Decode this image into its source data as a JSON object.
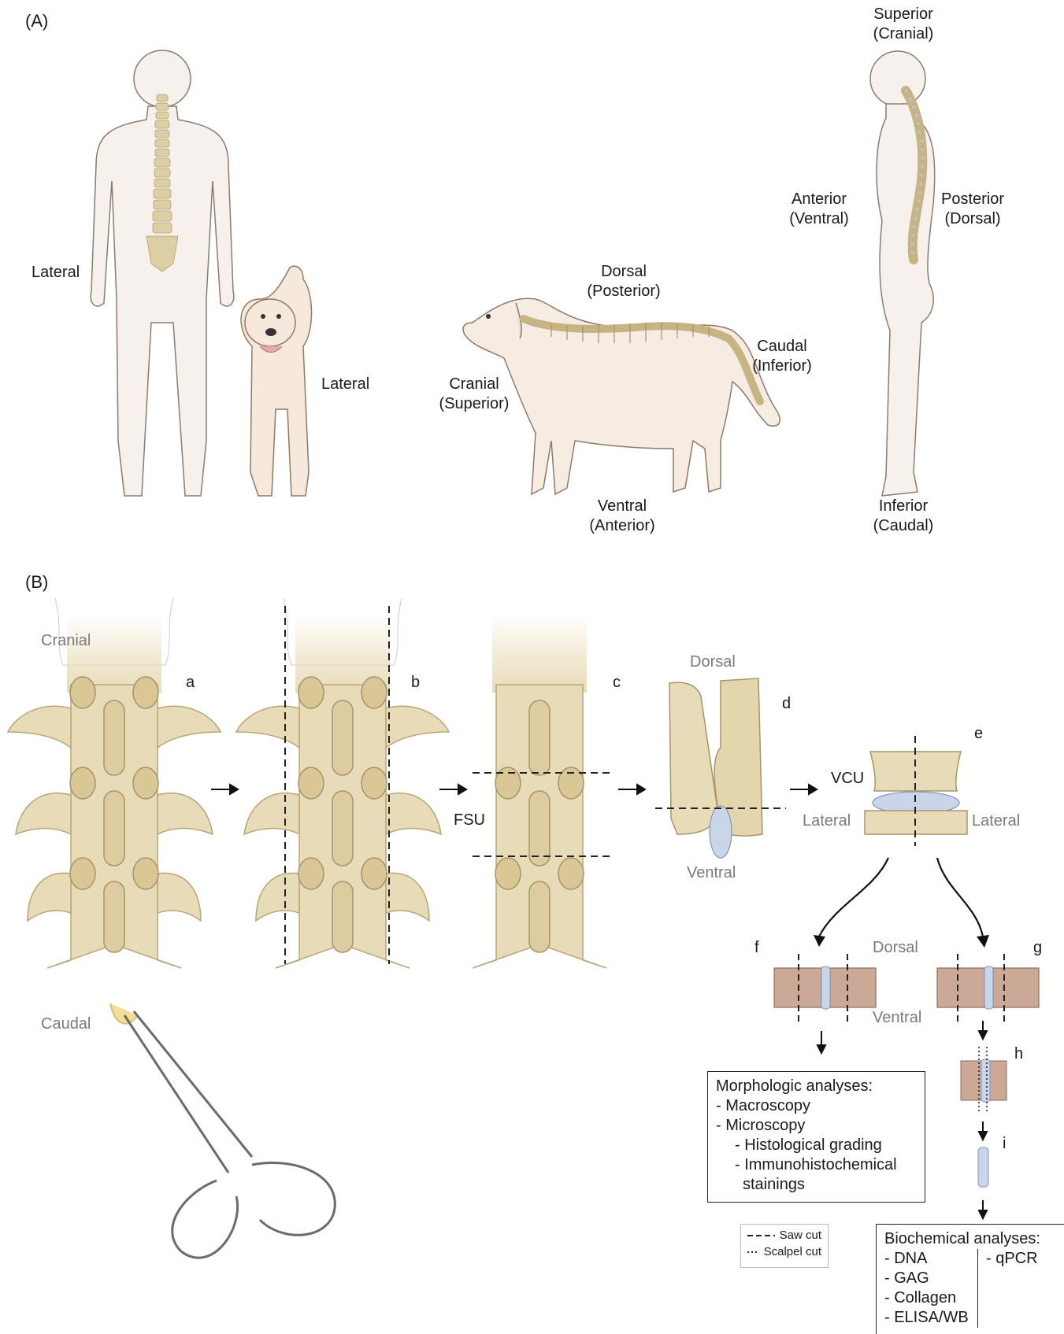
{
  "panelA": {
    "tag": "(A)",
    "human_front_lateral": "Lateral",
    "dog_front_lateral": "Lateral",
    "dog_side": {
      "top1": "Dorsal",
      "top2": "(Posterior)",
      "left1": "Cranial",
      "left2": "(Superior)",
      "right1": "Caudal",
      "right2": "(Inferior)",
      "bottom1": "Ventral",
      "bottom2": "(Anterior)"
    },
    "human_side": {
      "top1": "Superior",
      "top2": "(Cranial)",
      "left1": "Anterior",
      "left2": "(Ventral)",
      "right1": "Posterior",
      "right2": "(Dorsal)",
      "bottom1": "Inferior",
      "bottom2": "(Caudal)"
    }
  },
  "panelB": {
    "tag": "(B)",
    "cranial": "Cranial",
    "caudal": "Caudal",
    "step_a": "a",
    "step_b": "b",
    "step_c": "c",
    "step_d": "d",
    "step_e": "e",
    "step_f": "f",
    "step_g": "g",
    "step_h": "h",
    "step_i": "i",
    "fsu": "FSU",
    "d_dorsal": "Dorsal",
    "d_ventral": "Ventral",
    "vcu": "VCU",
    "e_lateral_left": "Lateral",
    "e_lateral_right": "Lateral",
    "fg_dorsal": "Dorsal",
    "fg_ventral": "Ventral",
    "morph_box": {
      "title": "Morphologic analyses:",
      "l1": "- Macroscopy",
      "l2": "- Microscopy",
      "l3": "- Histological grading",
      "l4": "- Immunohistochemical",
      "l5": "stainings"
    },
    "legend": {
      "saw": "Saw cut",
      "scalpel": "Scalpel cut"
    },
    "bio_box": {
      "title": "Biochemical analyses:",
      "l1": "- DNA",
      "l2": "- GAG",
      "l3": "- Collagen",
      "l4": "- ELISA/WB",
      "r1": "- qPCR"
    }
  },
  "colors": {
    "bone": "#e8dcb8",
    "bone_dark": "#cdbb8c",
    "skin": "#f6f1ec",
    "disc": "#c9d6ea",
    "tissue": "#cba996"
  }
}
